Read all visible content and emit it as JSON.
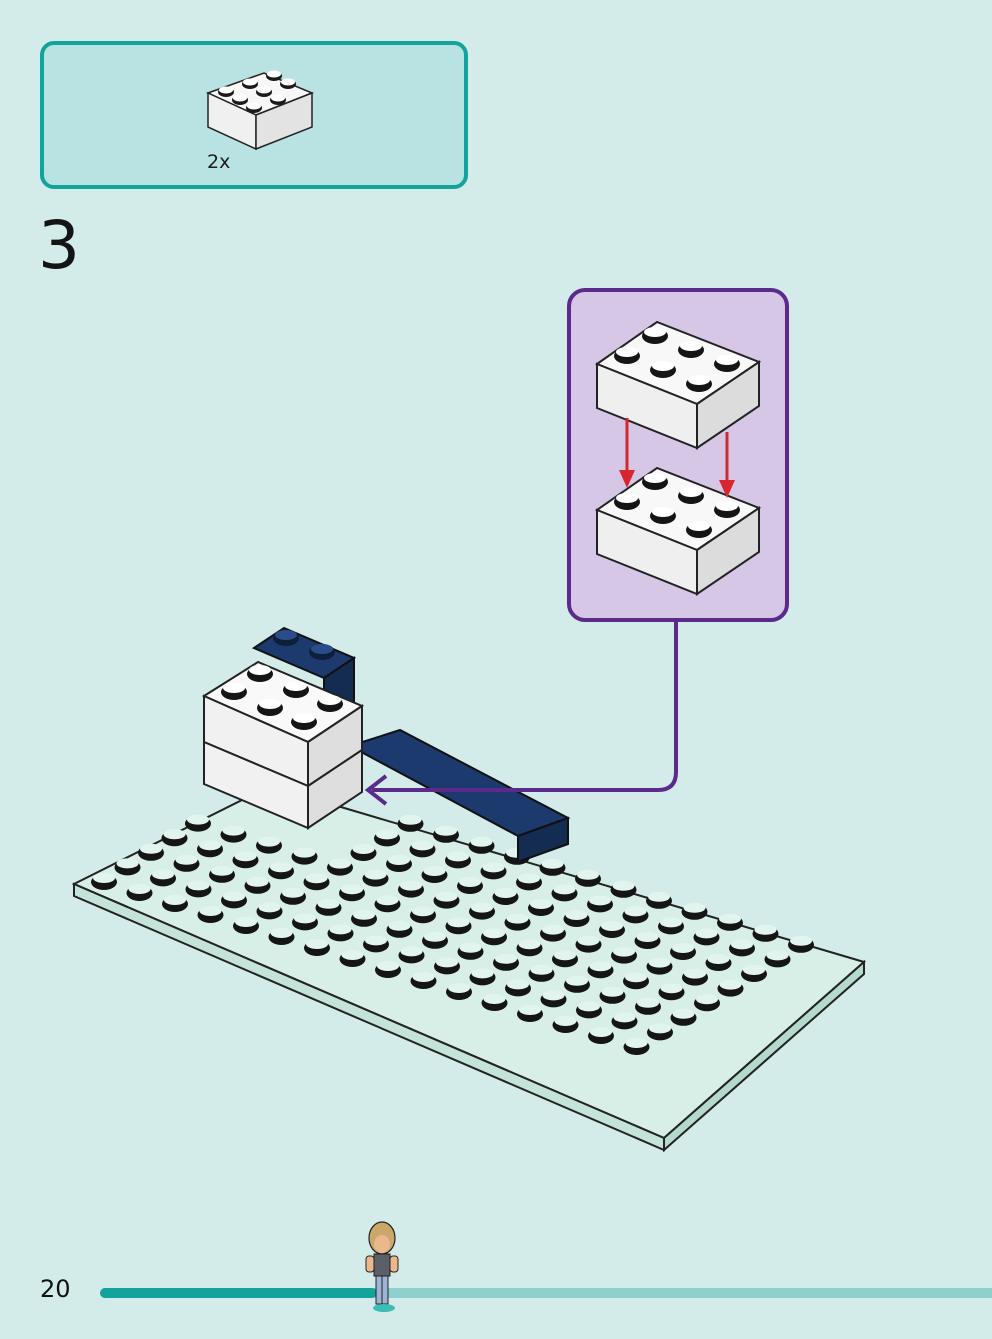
{
  "parts_list": {
    "items": [
      {
        "part": "brick-2x4",
        "color": "#ffffff",
        "quantity_label": "2x"
      }
    ]
  },
  "step": {
    "number": "3"
  },
  "callout": {
    "arrow_color": "#d8252f",
    "frame_color": "#5b2a8a"
  },
  "model": {
    "baseplate_color": "#d7efe7",
    "dark_brick_color": "#1c3a6e",
    "new_brick_color": "#ffffff"
  },
  "footer": {
    "page_number": "20",
    "progress": 0.31
  }
}
